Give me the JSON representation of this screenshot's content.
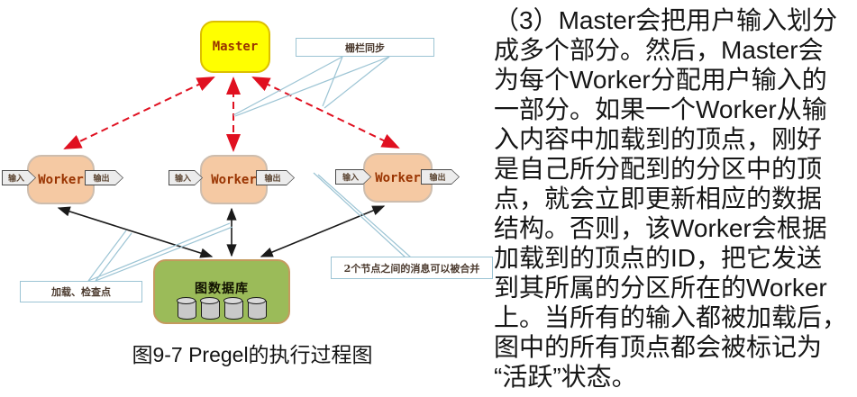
{
  "diagram": {
    "master": {
      "label": "Master"
    },
    "workers": [
      {
        "label": "Worker",
        "input": "输入",
        "output": "输出"
      },
      {
        "label": "Worker",
        "input": "输入",
        "output": "输出"
      },
      {
        "label": "Worker",
        "input": "输入",
        "output": "输出"
      }
    ],
    "database": {
      "label": "图数据库",
      "cylinder_count": 4
    },
    "callouts": {
      "barrier_sync": "栅栏同步",
      "load_checkpoint": "加载、检查点",
      "message_merge": "2个节点之间的消息可以被合并"
    },
    "caption": "图9-7 Pregel的执行过程图",
    "colors": {
      "master_fill": "#ffff00",
      "worker_fill": "#f5c9a3",
      "database_fill": "#9bbb59",
      "dashed_arrow_red": "#e01020",
      "solid_arrow_black": "#1a1a1a",
      "leader_line_blue": "#9cc4d4"
    }
  },
  "text_panel": {
    "lines": [
      "（3）Master会把用户输入划分",
      "成多个部分。然后，Master会",
      "为每个Worker分配用户输入的",
      "一部分。如果一个Worker从输",
      "入内容中加载到的顶点，刚好",
      "是自己所分配到的分区中的顶",
      "点，就会立即更新相应的数据",
      "结构。否则，该Worker会根据",
      "加载到的顶点的ID，把它发送",
      "到其所属的分区所在的Worker",
      "上。当所有的输入都被加载后，",
      "图中的所有顶点都会被标记为",
      "“活跃”状态。"
    ]
  }
}
